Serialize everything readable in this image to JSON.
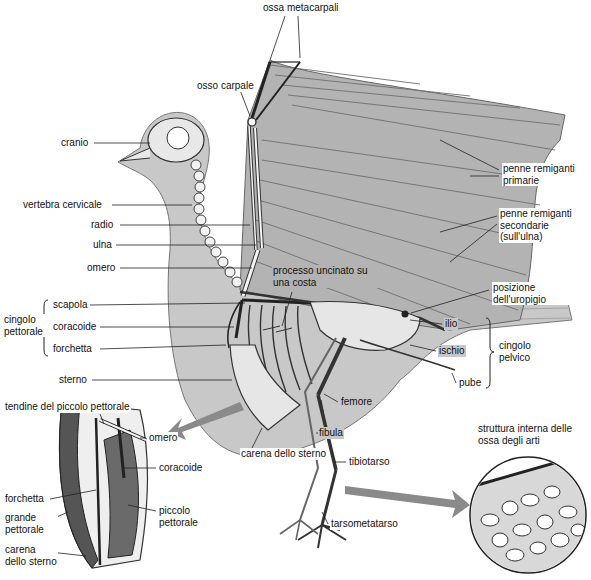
{
  "diagram": {
    "labels": [
      "ossa metacarpali",
      "osso carpale",
      "cranio",
      "vertebra cervicale",
      "penne remiganti primarie",
      "radio",
      "ulna",
      "penne remiganti secondarie (sull'ulna)",
      "omero",
      "processo uncinato su una costa",
      "posizione dell'uropigio",
      "scapola",
      "coracoide",
      "cingolo pettorale",
      "forchetta",
      "ilio",
      "ischio",
      "cingolo pelvico",
      "pube",
      "sterno",
      "femore",
      "tendine del piccolo pettorale",
      "fibula",
      "carena dello sterno",
      "struttura interna delle ossa degli arti",
      "tibiotarso",
      "omero",
      "forchetta",
      "coracoide",
      "grande pettorale",
      "piccolo pettorale",
      "carena dello sterno",
      "tarsometatarso"
    ]
  }
}
